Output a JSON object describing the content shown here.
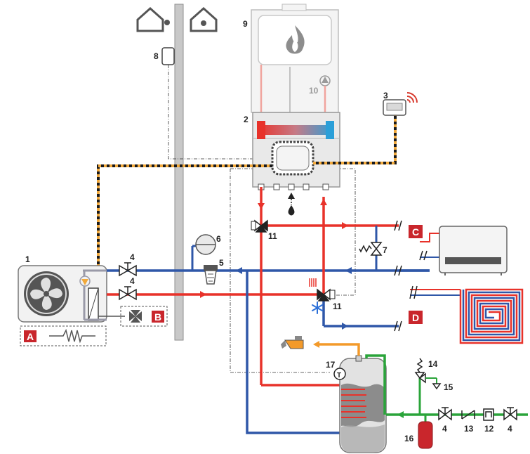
{
  "colors": {
    "hot": "#e8322a",
    "cold": "#2f57a8",
    "dhw": "#f39a2a",
    "mains": "#2aa43a",
    "signal_dark": "#1a1a1a",
    "signal_light": "#f2a93b",
    "tag": "#c9262c",
    "grey": "#9a9a9a"
  },
  "labels": {
    "n1": "1",
    "n2": "2",
    "n3": "3",
    "n4a": "4",
    "n4b": "4",
    "n4c": "4",
    "n4d": "4",
    "n5": "5",
    "n6": "6",
    "n7": "7",
    "n8": "8",
    "n9": "9",
    "n10": "10",
    "n11a": "11",
    "n11b": "11",
    "n12": "12",
    "n13": "13",
    "n14": "14",
    "n15": "15",
    "n16": "16",
    "n17": "17",
    "tag_a": "A",
    "tag_b": "B",
    "tag_c": "C",
    "tag_d": "D",
    "sensor_t": "T"
  },
  "icons": {
    "house_left": "house-icon",
    "house_right": "house-icon",
    "flame": "flame-icon",
    "snowflake": "snowflake-icon",
    "wifi": "wifi-signal-icon",
    "fan": "fan-icon",
    "drop": "water-drop-icon"
  }
}
